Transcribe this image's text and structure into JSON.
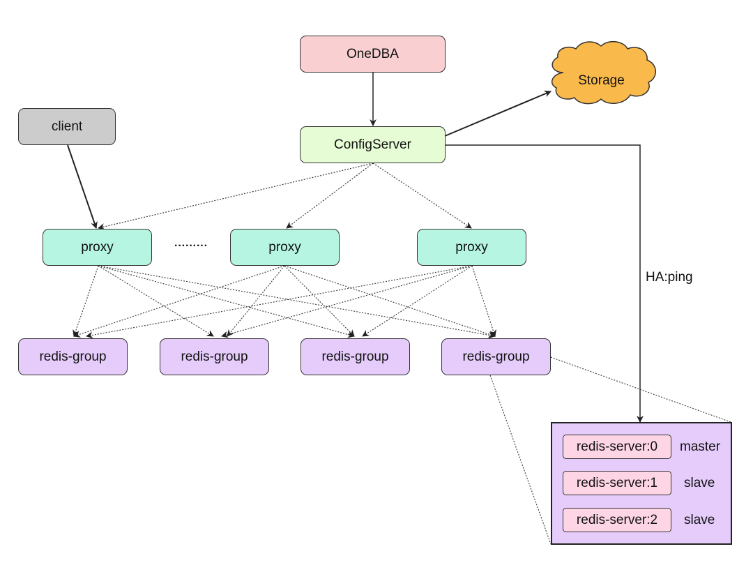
{
  "colors": {
    "onedba_fill": "#f9cfd1",
    "client_fill": "#cccccc",
    "configserver_fill": "#e6fcd4",
    "storage_fill": "#f9b94b",
    "proxy_fill": "#b6f5e1",
    "redis_group_fill": "#e5ccfb",
    "server_fill": "#fdd5e5",
    "detail_fill": "#e5ccfb",
    "line": "#222222"
  },
  "nodes": {
    "onedba": "OneDBA",
    "client": "client",
    "configserver": "ConfigServer",
    "storage": "Storage",
    "proxies": [
      "proxy",
      "proxy",
      "proxy"
    ],
    "ellipsis": "·········",
    "redis_groups": [
      "redis-group",
      "redis-group",
      "redis-group",
      "redis-group"
    ]
  },
  "edge_labels": {
    "ha": "HA:ping"
  },
  "detail": {
    "servers": [
      {
        "name": "redis-server:0",
        "role": "master"
      },
      {
        "name": "redis-server:1",
        "role": "slave"
      },
      {
        "name": "redis-server:2",
        "role": "slave"
      }
    ]
  }
}
